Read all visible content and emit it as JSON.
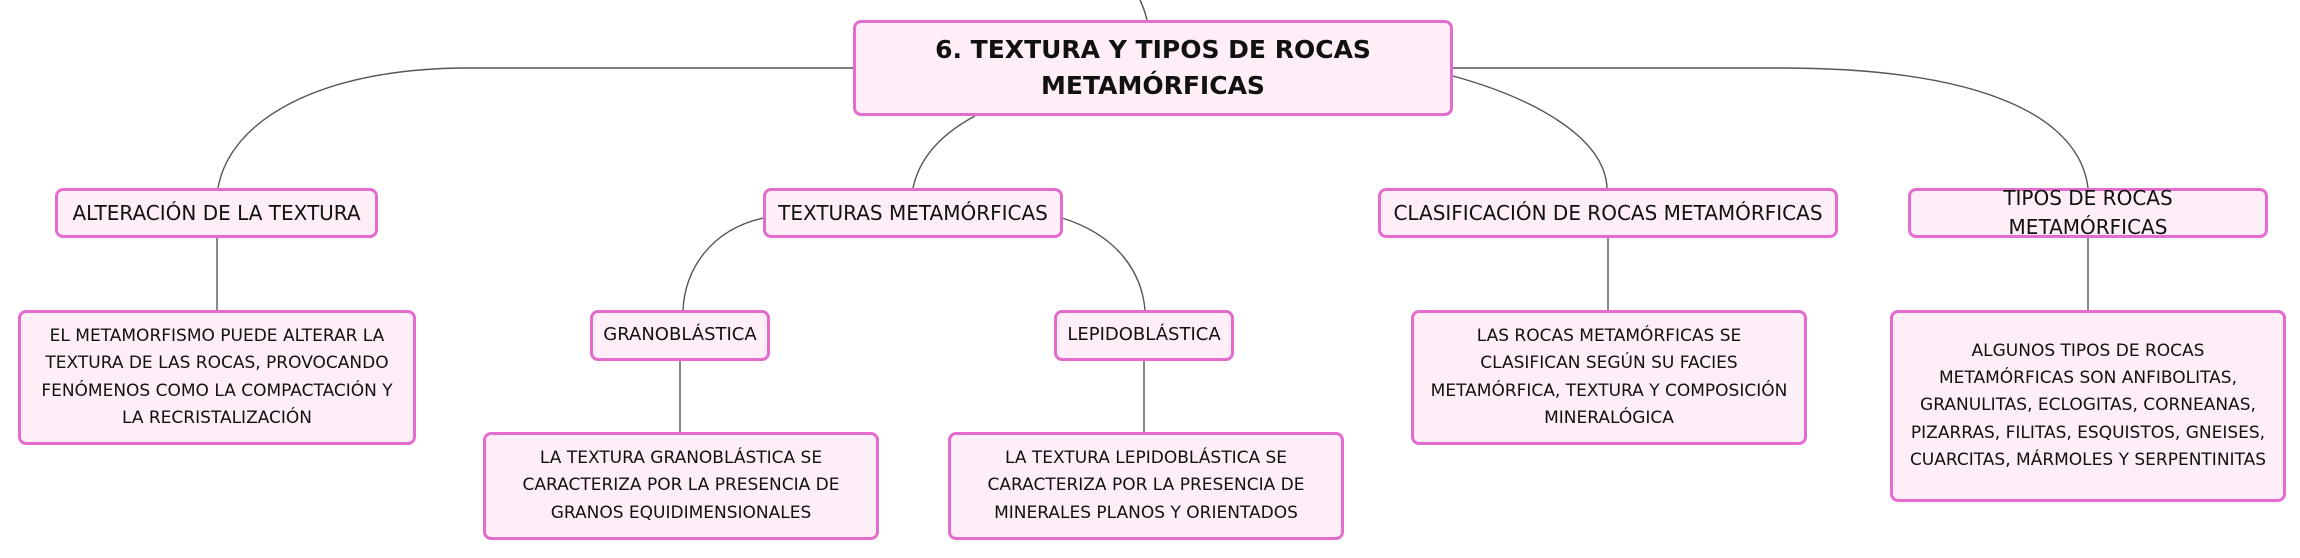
{
  "root": {
    "label": "6. TEXTURA Y TIPOS DE ROCAS METAMÓRFICAS"
  },
  "branches": {
    "alteracion": {
      "label": "ALTERACIÓN DE LA TEXTURA",
      "detail": "EL METAMORFISMO PUEDE ALTERAR LA TEXTURA DE LAS ROCAS, PROVOCANDO FENÓMENOS COMO LA COMPACTACIÓN Y LA RECRISTALIZACIÓN"
    },
    "texturas": {
      "label": "TEXTURAS METAMÓRFICAS",
      "granoblastica": {
        "label": "GRANOBLÁSTICA",
        "detail": "LA TEXTURA GRANOBLÁSTICA SE CARACTERIZA POR LA PRESENCIA DE GRANOS EQUIDIMENSIONALES"
      },
      "lepidoblastica": {
        "label": "LEPIDOBLÁSTICA",
        "detail": "LA TEXTURA LEPIDOBLÁSTICA SE CARACTERIZA POR LA PRESENCIA DE MINERALES PLANOS Y ORIENTADOS"
      }
    },
    "clasificacion": {
      "label": "CLASIFICACIÓN DE ROCAS METAMÓRFICAS",
      "detail": "LAS ROCAS METAMÓRFICAS SE CLASIFICAN SEGÚN SU FACIES METAMÓRFICA, TEXTURA Y COMPOSICIÓN MINERALÓGICA"
    },
    "tipos": {
      "label": "TIPOS DE ROCAS METAMÓRFICAS",
      "detail": "ALGUNOS TIPOS DE ROCAS METAMÓRFICAS SON ANFIBOLITAS, GRANULITAS, ECLOGITAS, CORNEANAS, PIZARRAS, FILITAS, ESQUISTOS, GNEISES, CUARCITAS, MÁRMOLES Y SERPENTINITAS"
    }
  },
  "colors": {
    "node_fill": "#fdeef8",
    "node_border": "#e46ccf",
    "connector": "#555555"
  }
}
